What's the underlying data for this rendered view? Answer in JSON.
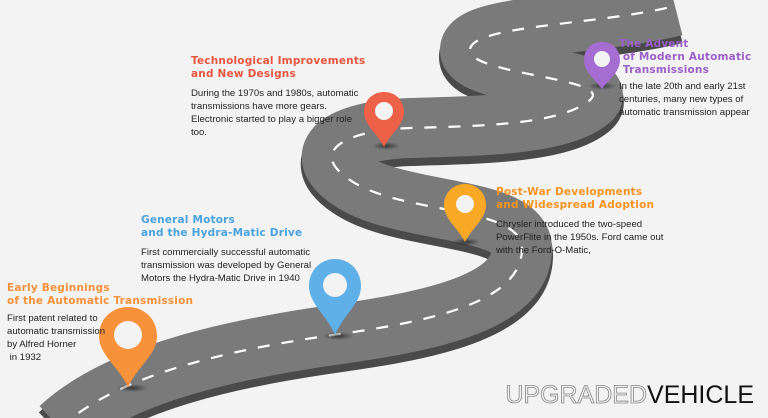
{
  "milestones": [
    {
      "heading": "Early Beginnings\nof the Automatic Transmission",
      "description": "First patent related to\nautomatic transmission\nby Alfred Horner\n in 1932",
      "color": "#f7923a",
      "icon": "map-pin-icon"
    },
    {
      "heading": "General Motors\nand the Hydra-Matic Drive",
      "description": "First commercially successful automatic\ntransmission was developed by General\nMotors the Hydra-Matic Drive in 1940",
      "color": "#4aa3df",
      "icon": "map-pin-icon"
    },
    {
      "heading": "Technological Improvements\nand New Designs",
      "description": "During the 1970s and 1980s, automatic\ntransmissions have more gears.\nElectronic started to play a bigger role\ntoo.",
      "color": "#e8553f",
      "icon": "map-pin-icon"
    },
    {
      "heading": "Post-War Developments\nand Widespread Adoption",
      "description": "Chrysler introduced the two-speed\nPowerFlite in the 1950s. Ford came out\nwith the Ford-O-Matic,",
      "color": "#f9a31c",
      "icon": "map-pin-icon"
    },
    {
      "heading": "The Advent\n of Modern Automatic\n Transmissions",
      "description": "In the late 20th and early 21st\ncenturies, many new types of\nautomatic transmission appear",
      "color": "#9b5fc9",
      "icon": "map-pin-icon"
    }
  ],
  "brand": {
    "outline_text": "UPGRADED",
    "solid_text": "VEHICLE"
  },
  "colors": {
    "background": "#f3f3f3",
    "road": "#7a7a7a",
    "road_edge": "#4a4a4a",
    "lane_marking": "#ffffff"
  }
}
